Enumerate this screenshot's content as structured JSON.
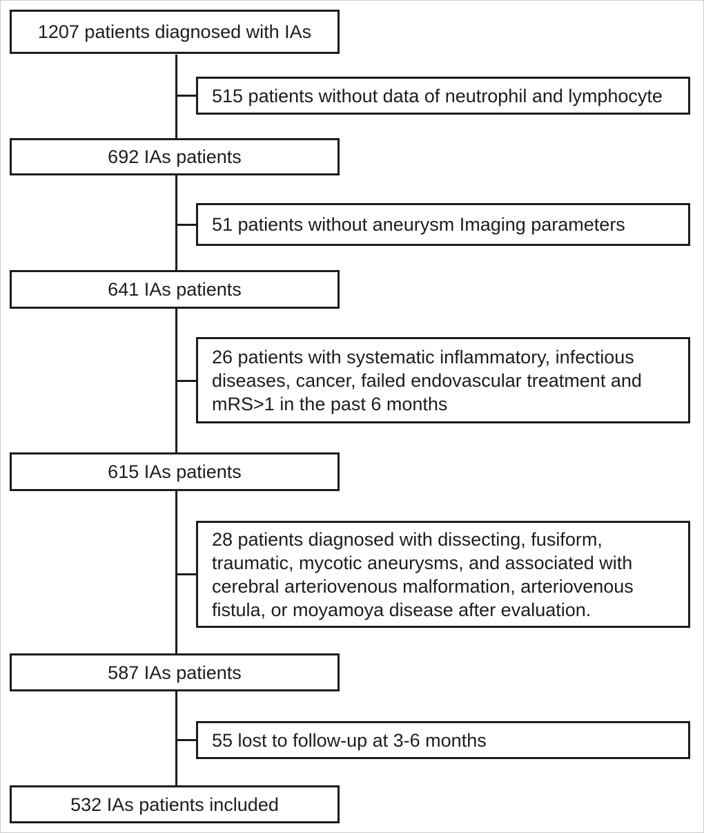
{
  "flowchart": {
    "title": "IAs patient selection flow",
    "colors": {
      "border": "#1c1c1c",
      "text": "#1d1d1d",
      "background": "#ffffff"
    },
    "main_boxes": [
      {
        "label": "1207 patients diagnosed with IAs"
      },
      {
        "label": "692 IAs patients"
      },
      {
        "label": "641 IAs patients"
      },
      {
        "label": "615 IAs patients"
      },
      {
        "label": "587 IAs patients"
      },
      {
        "label": "532 IAs patients included"
      }
    ],
    "exclusion_boxes": [
      {
        "label": "515 patients without data of neutrophil and lymphocyte"
      },
      {
        "label": "51 patients without aneurysm Imaging parameters"
      },
      {
        "label": "26 patients with systematic inflammatory, infectious diseases, cancer, failed endovascular treatment and mRS>1 in the past 6 months"
      },
      {
        "label": "28 patients diagnosed with dissecting, fusiform, traumatic, mycotic aneurysms, and associated with cerebral arteriovenous malformation, arteriovenous fistula, or moyamoya disease after evaluation."
      },
      {
        "label": "55 lost to follow-up at 3-6 months"
      }
    ]
  }
}
